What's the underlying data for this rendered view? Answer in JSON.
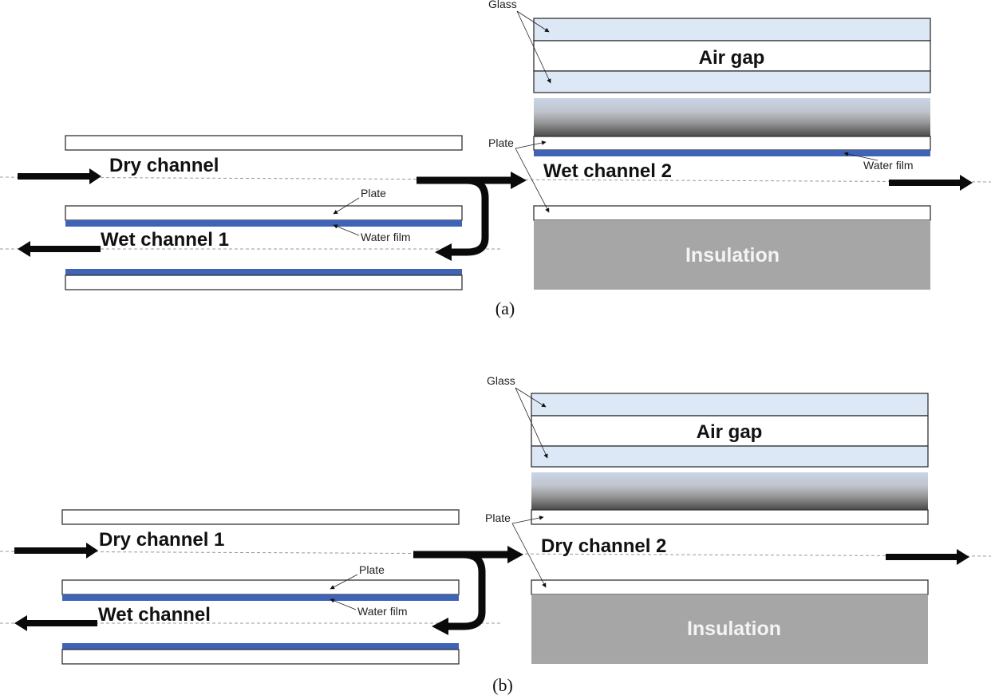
{
  "colors": {
    "glass": "#dde8f6",
    "water_film": "#3f63b6",
    "insulation": "#a6a6a6",
    "outline": "#333333",
    "arrow": "#0a0a0a",
    "absorber_gradient": [
      "#c7d3e6",
      "#bdbdbd",
      "#8f8f8f",
      "#4f4f4f"
    ]
  },
  "panel_a": {
    "caption": "(a)",
    "lower_channel": "Dry channel",
    "return_channel": "Wet channel 1",
    "plate_label": "Plate",
    "water_film_label": "Water film",
    "glass_label": "Glass",
    "air_gap_label": "Air gap",
    "upper_plate_label": "Plate",
    "upper_channel": "Wet channel 2",
    "upper_water_film_label": "Water film",
    "insulation_label": "Insulation"
  },
  "panel_b": {
    "caption": "(b)",
    "lower_channel": "Dry channel 1",
    "return_channel": "Wet channel",
    "plate_label": "Plate",
    "water_film_label": "Water film",
    "glass_label": "Glass",
    "air_gap_label": "Air gap",
    "upper_plate_label": "Plate",
    "upper_channel": "Dry channel 2",
    "insulation_label": "Insulation"
  }
}
